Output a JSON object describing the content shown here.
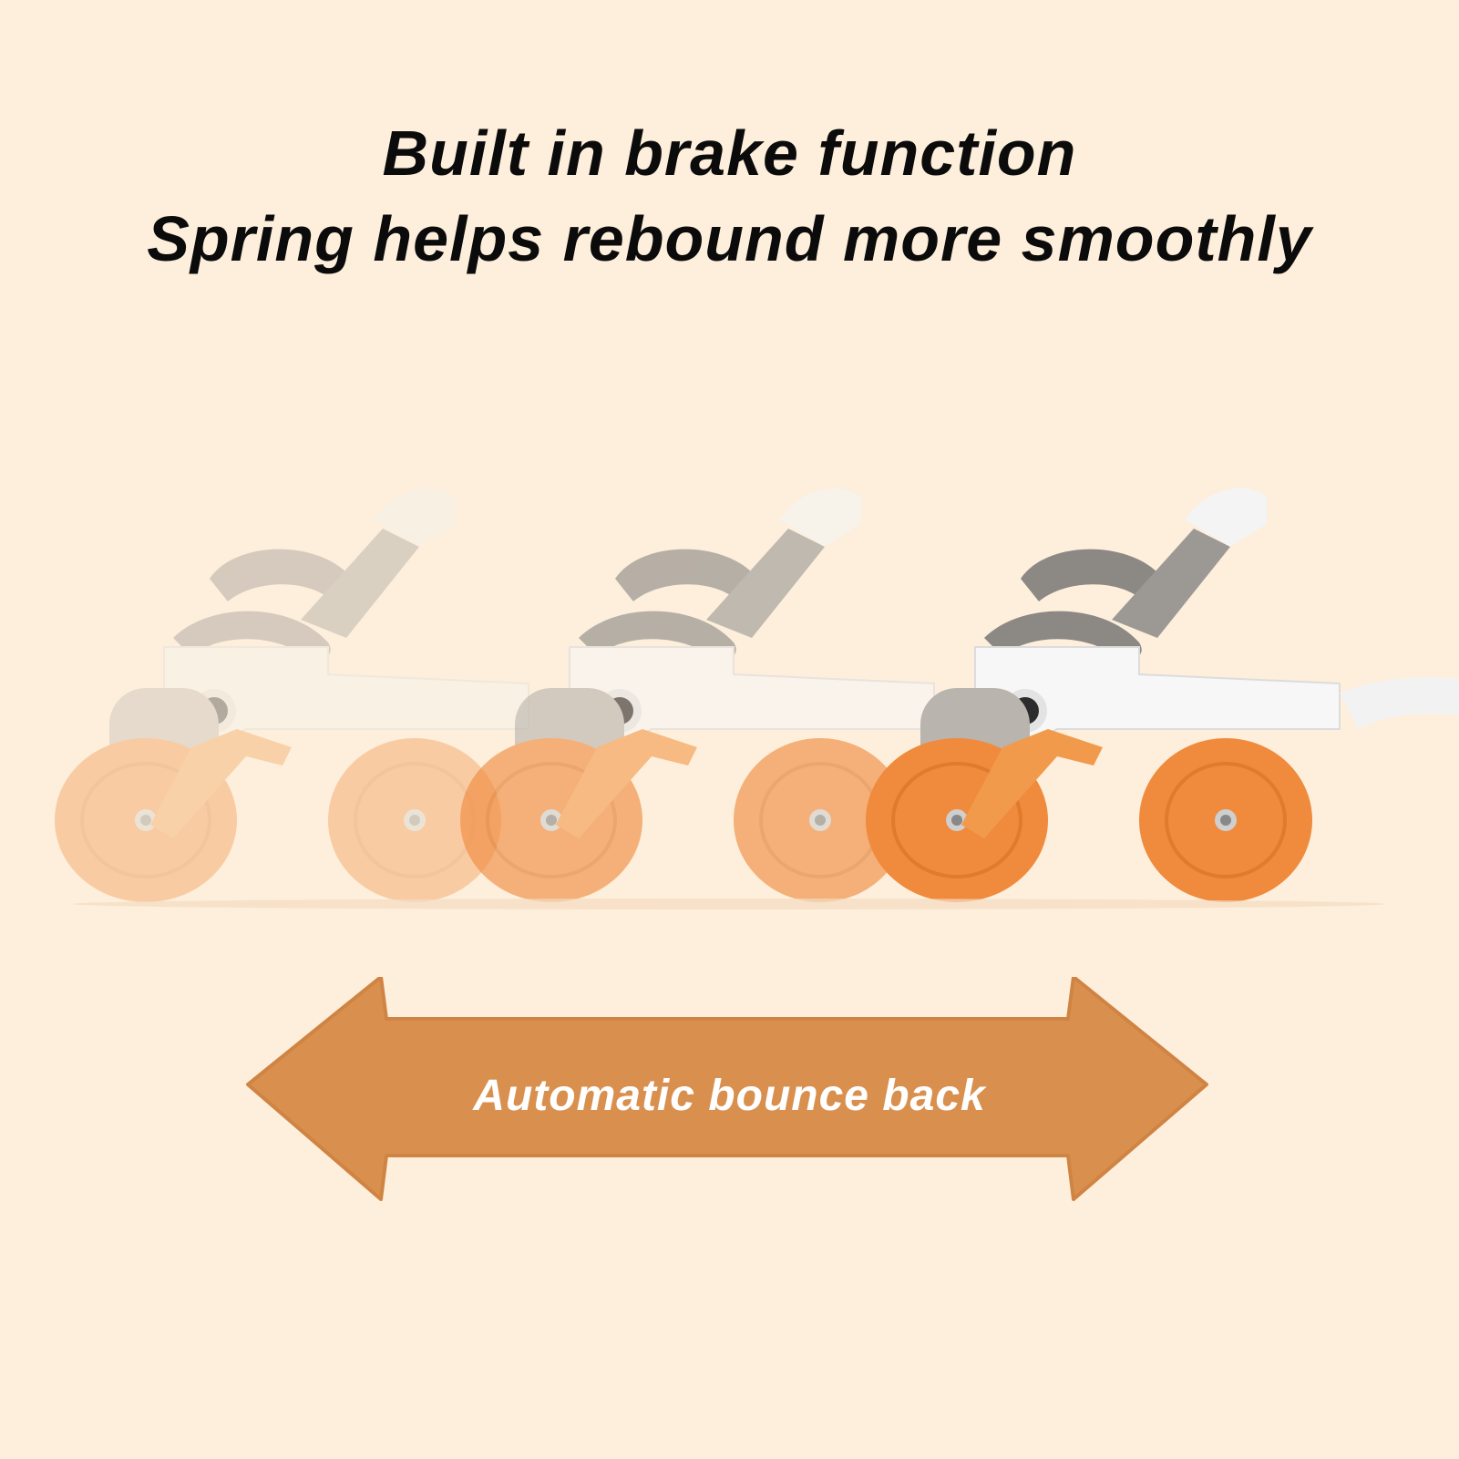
{
  "headline": {
    "line1": "Built in brake function",
    "line2": "Spring helps rebound more smoothly"
  },
  "arrow": {
    "label": "Automatic bounce back"
  },
  "colors": {
    "background": "#fdefdc",
    "headline_text": "#0b0b0b",
    "arrow_fill": "#d9904f",
    "arrow_text": "#ffffff",
    "wheel_orange": "#f08a3c",
    "frame_white": "#f7f7f7",
    "pad_grey": "#8c8884"
  },
  "icons": {
    "arrow": "double-headed-arrow",
    "product": "ab-roller-wheel"
  }
}
